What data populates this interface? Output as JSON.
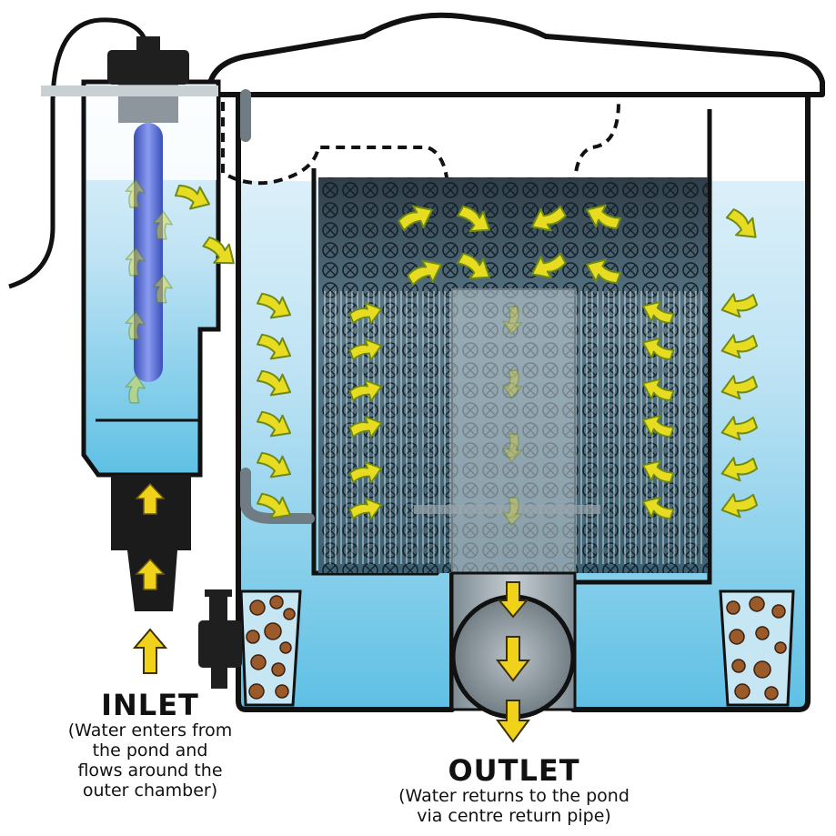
{
  "inlet": {
    "title": "INLET",
    "lines": [
      "(Water enters from",
      "the pond and",
      "flows around the",
      "outer chamber)"
    ]
  },
  "outlet": {
    "title": "OUTLET",
    "lines": [
      "(Water returns to the pond",
      "via centre return pipe)"
    ]
  },
  "colors": {
    "outline": "#111111",
    "water_top": "#dff0fa",
    "water_bottom": "#6ec6e6",
    "media_dark": "#2c3a44",
    "arrow_fill": "#e8dc22",
    "arrow_stroke": "#6e8a12",
    "pipe": "#9aa6ad",
    "uv_lamp": "#5a6fd0",
    "gravel": "#9a5a2a"
  },
  "icons": {
    "flow_arrows": "curved-arrow-icon",
    "inlet_arrow": "up-arrow-icon",
    "outlet_arrow": "down-arrow-icon"
  }
}
